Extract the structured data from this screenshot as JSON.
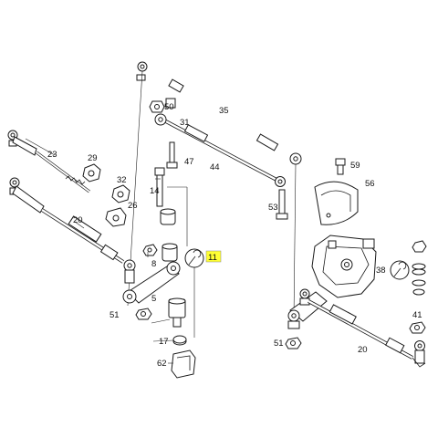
{
  "diagram": {
    "labels": [
      {
        "id": "p35",
        "text": "35"
      },
      {
        "id": "p50",
        "text": "50"
      },
      {
        "id": "p31",
        "text": "31"
      },
      {
        "id": "p23",
        "text": "23"
      },
      {
        "id": "p29",
        "text": "29"
      },
      {
        "id": "p47",
        "text": "47"
      },
      {
        "id": "p44",
        "text": "44"
      },
      {
        "id": "p59",
        "text": "59"
      },
      {
        "id": "p32",
        "text": "32"
      },
      {
        "id": "p14",
        "text": "14"
      },
      {
        "id": "p56",
        "text": "56"
      },
      {
        "id": "p26",
        "text": "26"
      },
      {
        "id": "p20a",
        "text": "20"
      },
      {
        "id": "p53",
        "text": "53"
      },
      {
        "id": "p8",
        "text": "8"
      },
      {
        "id": "p11",
        "text": "11"
      },
      {
        "id": "p38",
        "text": "38"
      },
      {
        "id": "p5",
        "text": "5"
      },
      {
        "id": "p51a",
        "text": "51"
      },
      {
        "id": "p41",
        "text": "41"
      },
      {
        "id": "p17",
        "text": "17"
      },
      {
        "id": "p51b",
        "text": "51"
      },
      {
        "id": "p20b",
        "text": "20"
      },
      {
        "id": "p62",
        "text": "62"
      }
    ],
    "highlight_color": "#ffff33",
    "line_color": "#1a1a1a"
  }
}
